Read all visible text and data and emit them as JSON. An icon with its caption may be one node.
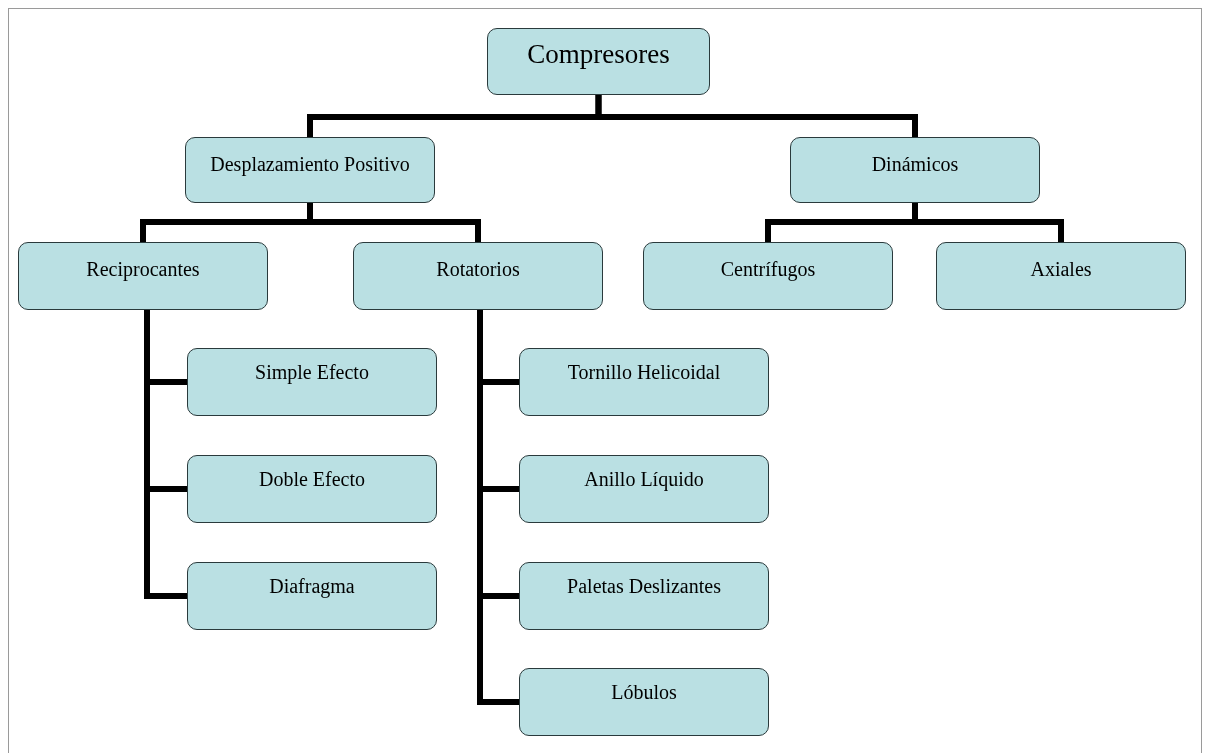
{
  "diagram": {
    "nodes": [
      {
        "text": [
          "Compresores"
        ]
      },
      {
        "text": [
          "Desplazamiento Positivo"
        ]
      },
      {
        "text": [
          "Dinámicos"
        ]
      },
      {
        "text": [
          "Reciprocantes"
        ]
      },
      {
        "text": [
          "Rotatorios"
        ]
      },
      {
        "text": [
          "Centrífugos"
        ]
      },
      {
        "text": [
          "Axiales"
        ]
      },
      {
        "text": [
          "Simple Efecto"
        ]
      },
      {
        "text": [
          "Doble Efecto"
        ]
      },
      {
        "text": [
          "Diafragma"
        ]
      },
      {
        "text": [
          "Tornillo Helicoidal"
        ]
      },
      {
        "text": [
          "Anillo Líquido"
        ]
      },
      {
        "text": [
          "Paletas Deslizantes"
        ]
      },
      {
        "text": [
          "Lóbulos"
        ]
      }
    ],
    "edges": [
      {
        "from": 0,
        "to": 1,
        "arrow": "none"
      },
      {
        "from": 0,
        "to": 2,
        "arrow": "none"
      },
      {
        "from": 1,
        "to": 3,
        "arrow": "none"
      },
      {
        "from": 1,
        "to": 4,
        "arrow": "none"
      },
      {
        "from": 2,
        "to": 5,
        "arrow": "none"
      },
      {
        "from": 2,
        "to": 6,
        "arrow": "none"
      },
      {
        "from": 3,
        "to": 7,
        "arrow": "none"
      },
      {
        "from": 3,
        "to": 8,
        "arrow": "none"
      },
      {
        "from": 3,
        "to": 9,
        "arrow": "none"
      },
      {
        "from": 4,
        "to": 10,
        "arrow": "none"
      },
      {
        "from": 4,
        "to": 11,
        "arrow": "none"
      },
      {
        "from": 4,
        "to": 12,
        "arrow": "none"
      },
      {
        "from": 4,
        "to": 13,
        "arrow": "none"
      }
    ]
  }
}
